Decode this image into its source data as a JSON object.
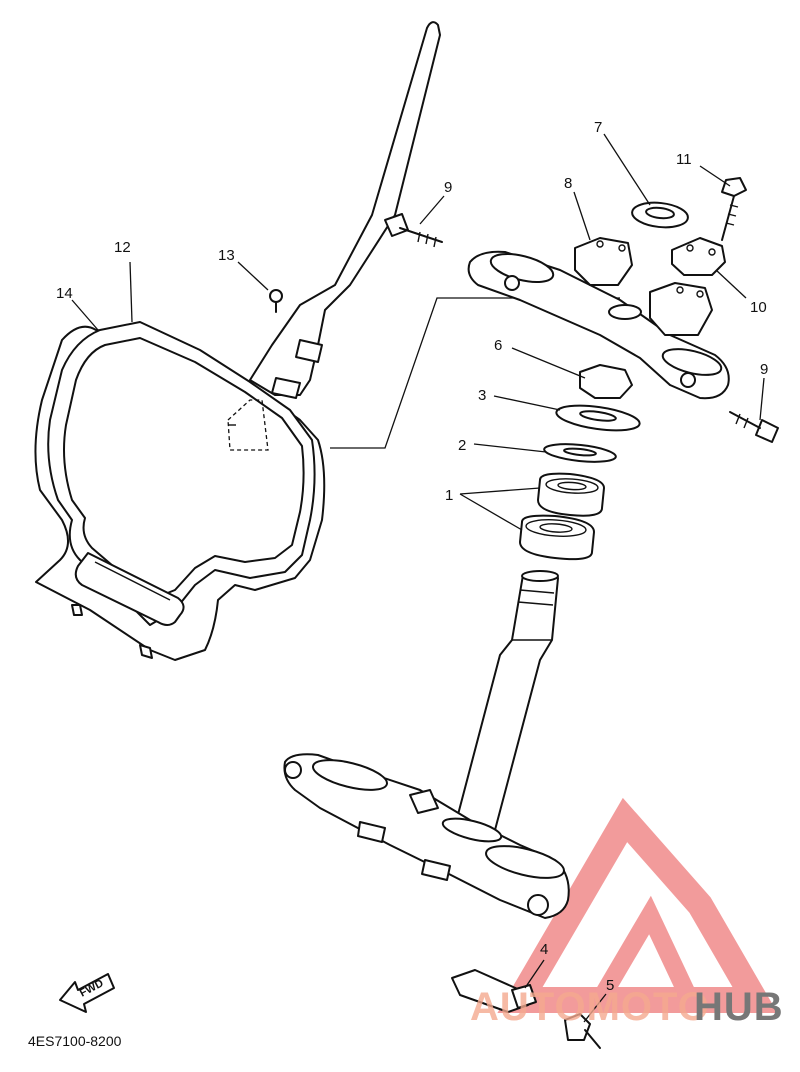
{
  "diagram": {
    "callouts": [
      {
        "id": "c1",
        "label": "1"
      },
      {
        "id": "c2",
        "label": "2"
      },
      {
        "id": "c3",
        "label": "3"
      },
      {
        "id": "c4",
        "label": "4"
      },
      {
        "id": "c5",
        "label": "5"
      },
      {
        "id": "c6",
        "label": "6"
      },
      {
        "id": "c7",
        "label": "7"
      },
      {
        "id": "c8",
        "label": "8"
      },
      {
        "id": "c9a",
        "label": "9"
      },
      {
        "id": "c9b",
        "label": "9"
      },
      {
        "id": "c10",
        "label": "10"
      },
      {
        "id": "c11",
        "label": "11"
      },
      {
        "id": "c12",
        "label": "12"
      },
      {
        "id": "c13",
        "label": "13"
      },
      {
        "id": "c14",
        "label": "14"
      }
    ],
    "fwd_label": "FWD",
    "diagram_code": "4ES7100-8200"
  },
  "watermark": {
    "text_light": "AUTOMOTO",
    "text_dark": "HUB",
    "color_light": "#f4a98f",
    "color_dark": "#777777",
    "logo_color": "#f08a8a"
  }
}
